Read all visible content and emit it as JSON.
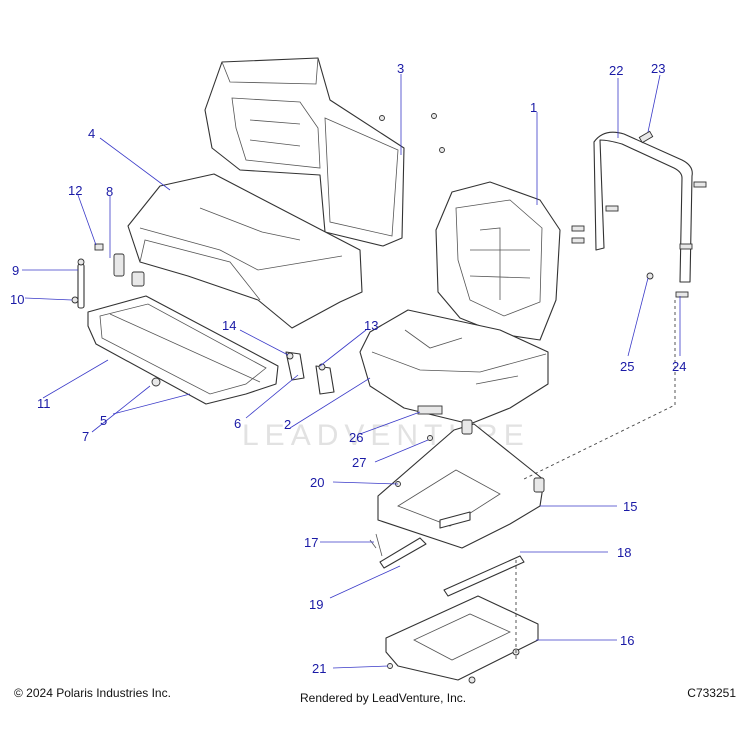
{
  "diagram": {
    "callouts": [
      {
        "label": "1"
      },
      {
        "label": "2"
      },
      {
        "label": "3"
      },
      {
        "label": "4"
      },
      {
        "label": "5"
      },
      {
        "label": "6"
      },
      {
        "label": "7"
      },
      {
        "label": "8"
      },
      {
        "label": "9"
      },
      {
        "label": "10"
      },
      {
        "label": "11"
      },
      {
        "label": "12"
      },
      {
        "label": "13"
      },
      {
        "label": "14"
      },
      {
        "label": "15"
      },
      {
        "label": "16"
      },
      {
        "label": "17"
      },
      {
        "label": "18"
      },
      {
        "label": "19"
      },
      {
        "label": "20"
      },
      {
        "label": "21"
      },
      {
        "label": "22"
      },
      {
        "label": "23"
      },
      {
        "label": "24"
      },
      {
        "label": "25"
      },
      {
        "label": "26"
      },
      {
        "label": "27"
      }
    ],
    "watermark": "LEADVENTURE"
  },
  "footer": {
    "copyright": "© 2024 Polaris Industries Inc.",
    "rendered_by": "Rendered by LeadVenture, Inc.",
    "diagram_id": "C733251"
  }
}
